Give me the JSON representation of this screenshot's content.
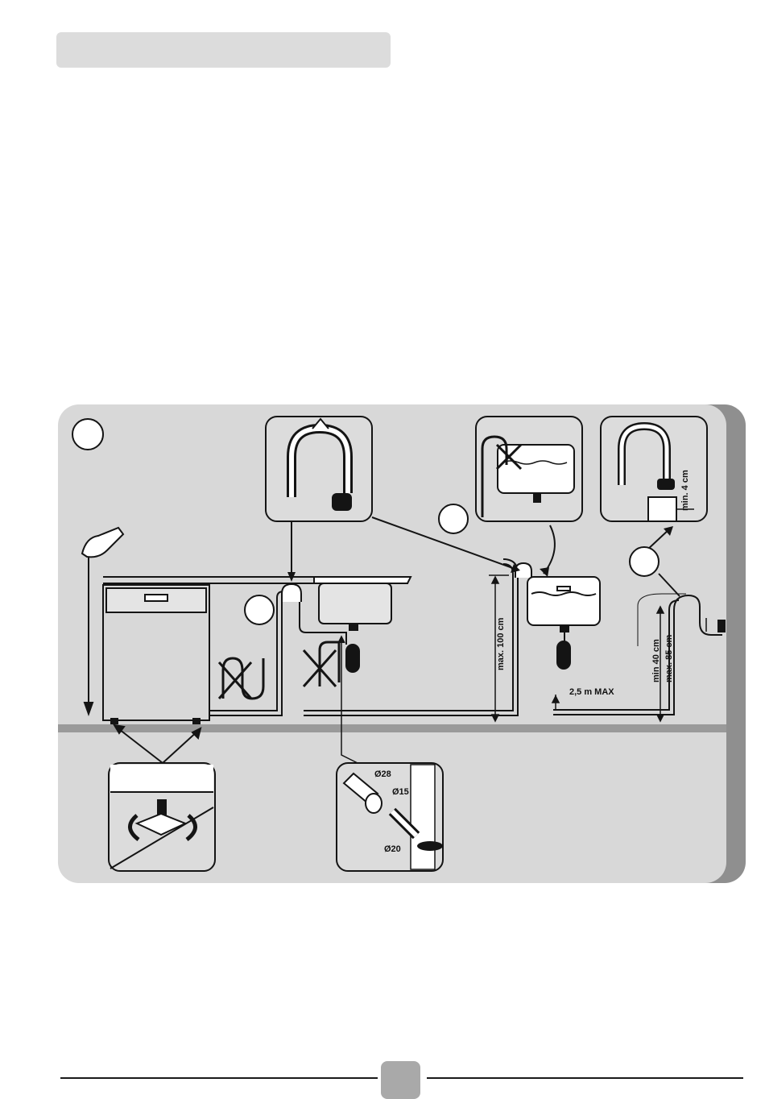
{
  "header": {
    "title": ""
  },
  "diagram": {
    "labels": {
      "max_100": "max. 100 cm",
      "min_40": "min 40 cm",
      "max_85": "max. 85 cm",
      "hose_length": "2,5 m MAX",
      "min_4": "min. 4 cm",
      "d28": "Ø28",
      "d15": "Ø15",
      "d20": "Ø20"
    },
    "colors": {
      "panel": "#d8d8d8",
      "panel_shadow": "#8f8f8f",
      "inset_bg": "#dcdcdc",
      "line": "#141414"
    },
    "icons": [
      "hand-plumb-icon",
      "dishwasher-icon",
      "sink-icon",
      "hose-hook-icon",
      "siphon-icon",
      "leveling-foot-icon",
      "cross-icon"
    ]
  },
  "footer": {
    "page_number": ""
  }
}
